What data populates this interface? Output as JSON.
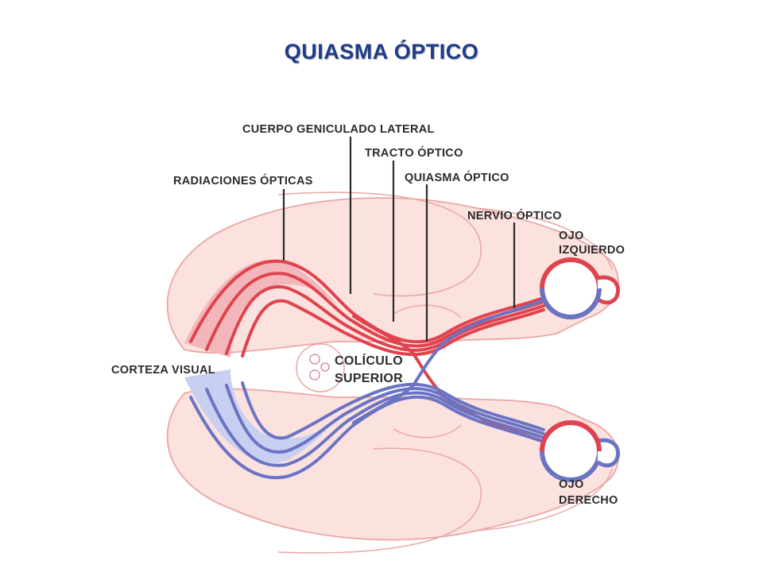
{
  "title": "QUIASMA ÓPTICO",
  "colors": {
    "title": "#1f3c8a",
    "brain_fill": "#fbe2de",
    "brain_outline": "#eaa7a3",
    "red_fiber": "#e0434d",
    "blue_fiber": "#6b74c4",
    "red_fan_fill": "#f3b7bb",
    "blue_fan_fill": "#c9cff0",
    "label_text": "#2b2b2b"
  },
  "labels": {
    "cuerpo_geniculado": "CUERPO GENICULADO LATERAL",
    "tracto_optico": "TRACTO ÓPTICO",
    "radiaciones_opticas": "RADIACIONES ÓPTICAS",
    "quiasma_optico": "QUIASMA ÓPTICO",
    "nervio_optico": "NERVIO ÓPTICO",
    "ojo_izquierdo_1": "OJO",
    "ojo_izquierdo_2": "IZQUIERDO",
    "corteza_visual": "CORTEZA VISUAL",
    "coliculo_1": "COLÍCULO",
    "coliculo_2": "SUPERIOR",
    "ojo_derecho_1": "OJO",
    "ojo_derecho_2": "DERECHO"
  }
}
